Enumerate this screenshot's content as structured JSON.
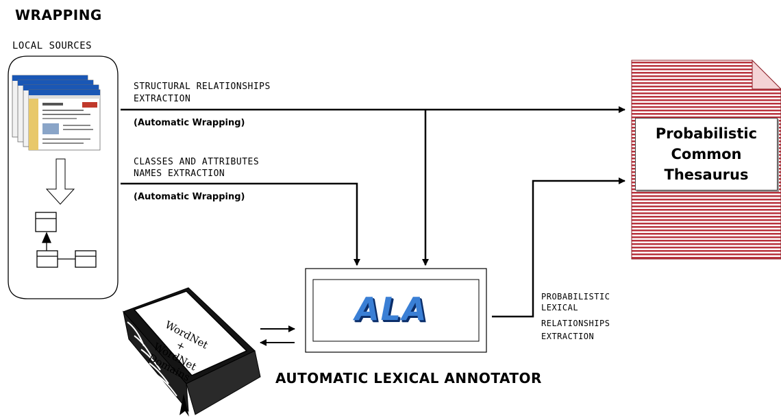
{
  "wrapping": {
    "title": "WRAPPING",
    "local_sources_label": "LOCAL SOURCES"
  },
  "arrows": {
    "structural_line1": "STRUCTURAL RELATIONSHIPS",
    "structural_line2": "EXTRACTION",
    "structural_note": "(Automatic Wrapping)",
    "classes_line1": "CLASSES AND ATTRIBUTES",
    "classes_line2": "NAMES EXTRACTION",
    "classes_note": "(Automatic Wrapping)",
    "prob_line1": "PROBABILISTIC",
    "prob_line2": "LEXICAL",
    "prob_line3": "RELATIONSHIPS",
    "prob_line4": "EXTRACTION"
  },
  "thesaurus": {
    "line1": "Probabilistic",
    "line2": "Common",
    "line3": "Thesaurus",
    "stripe_color": "#b8323c"
  },
  "ala": {
    "label": "ALA",
    "caption": "AUTOMATIC LEXICAL ANNOTATOR",
    "color": "#3a7fd5"
  },
  "book": {
    "line1": "WordNet",
    "line2": "+",
    "line3": "WordNet",
    "line4": "Domains"
  }
}
